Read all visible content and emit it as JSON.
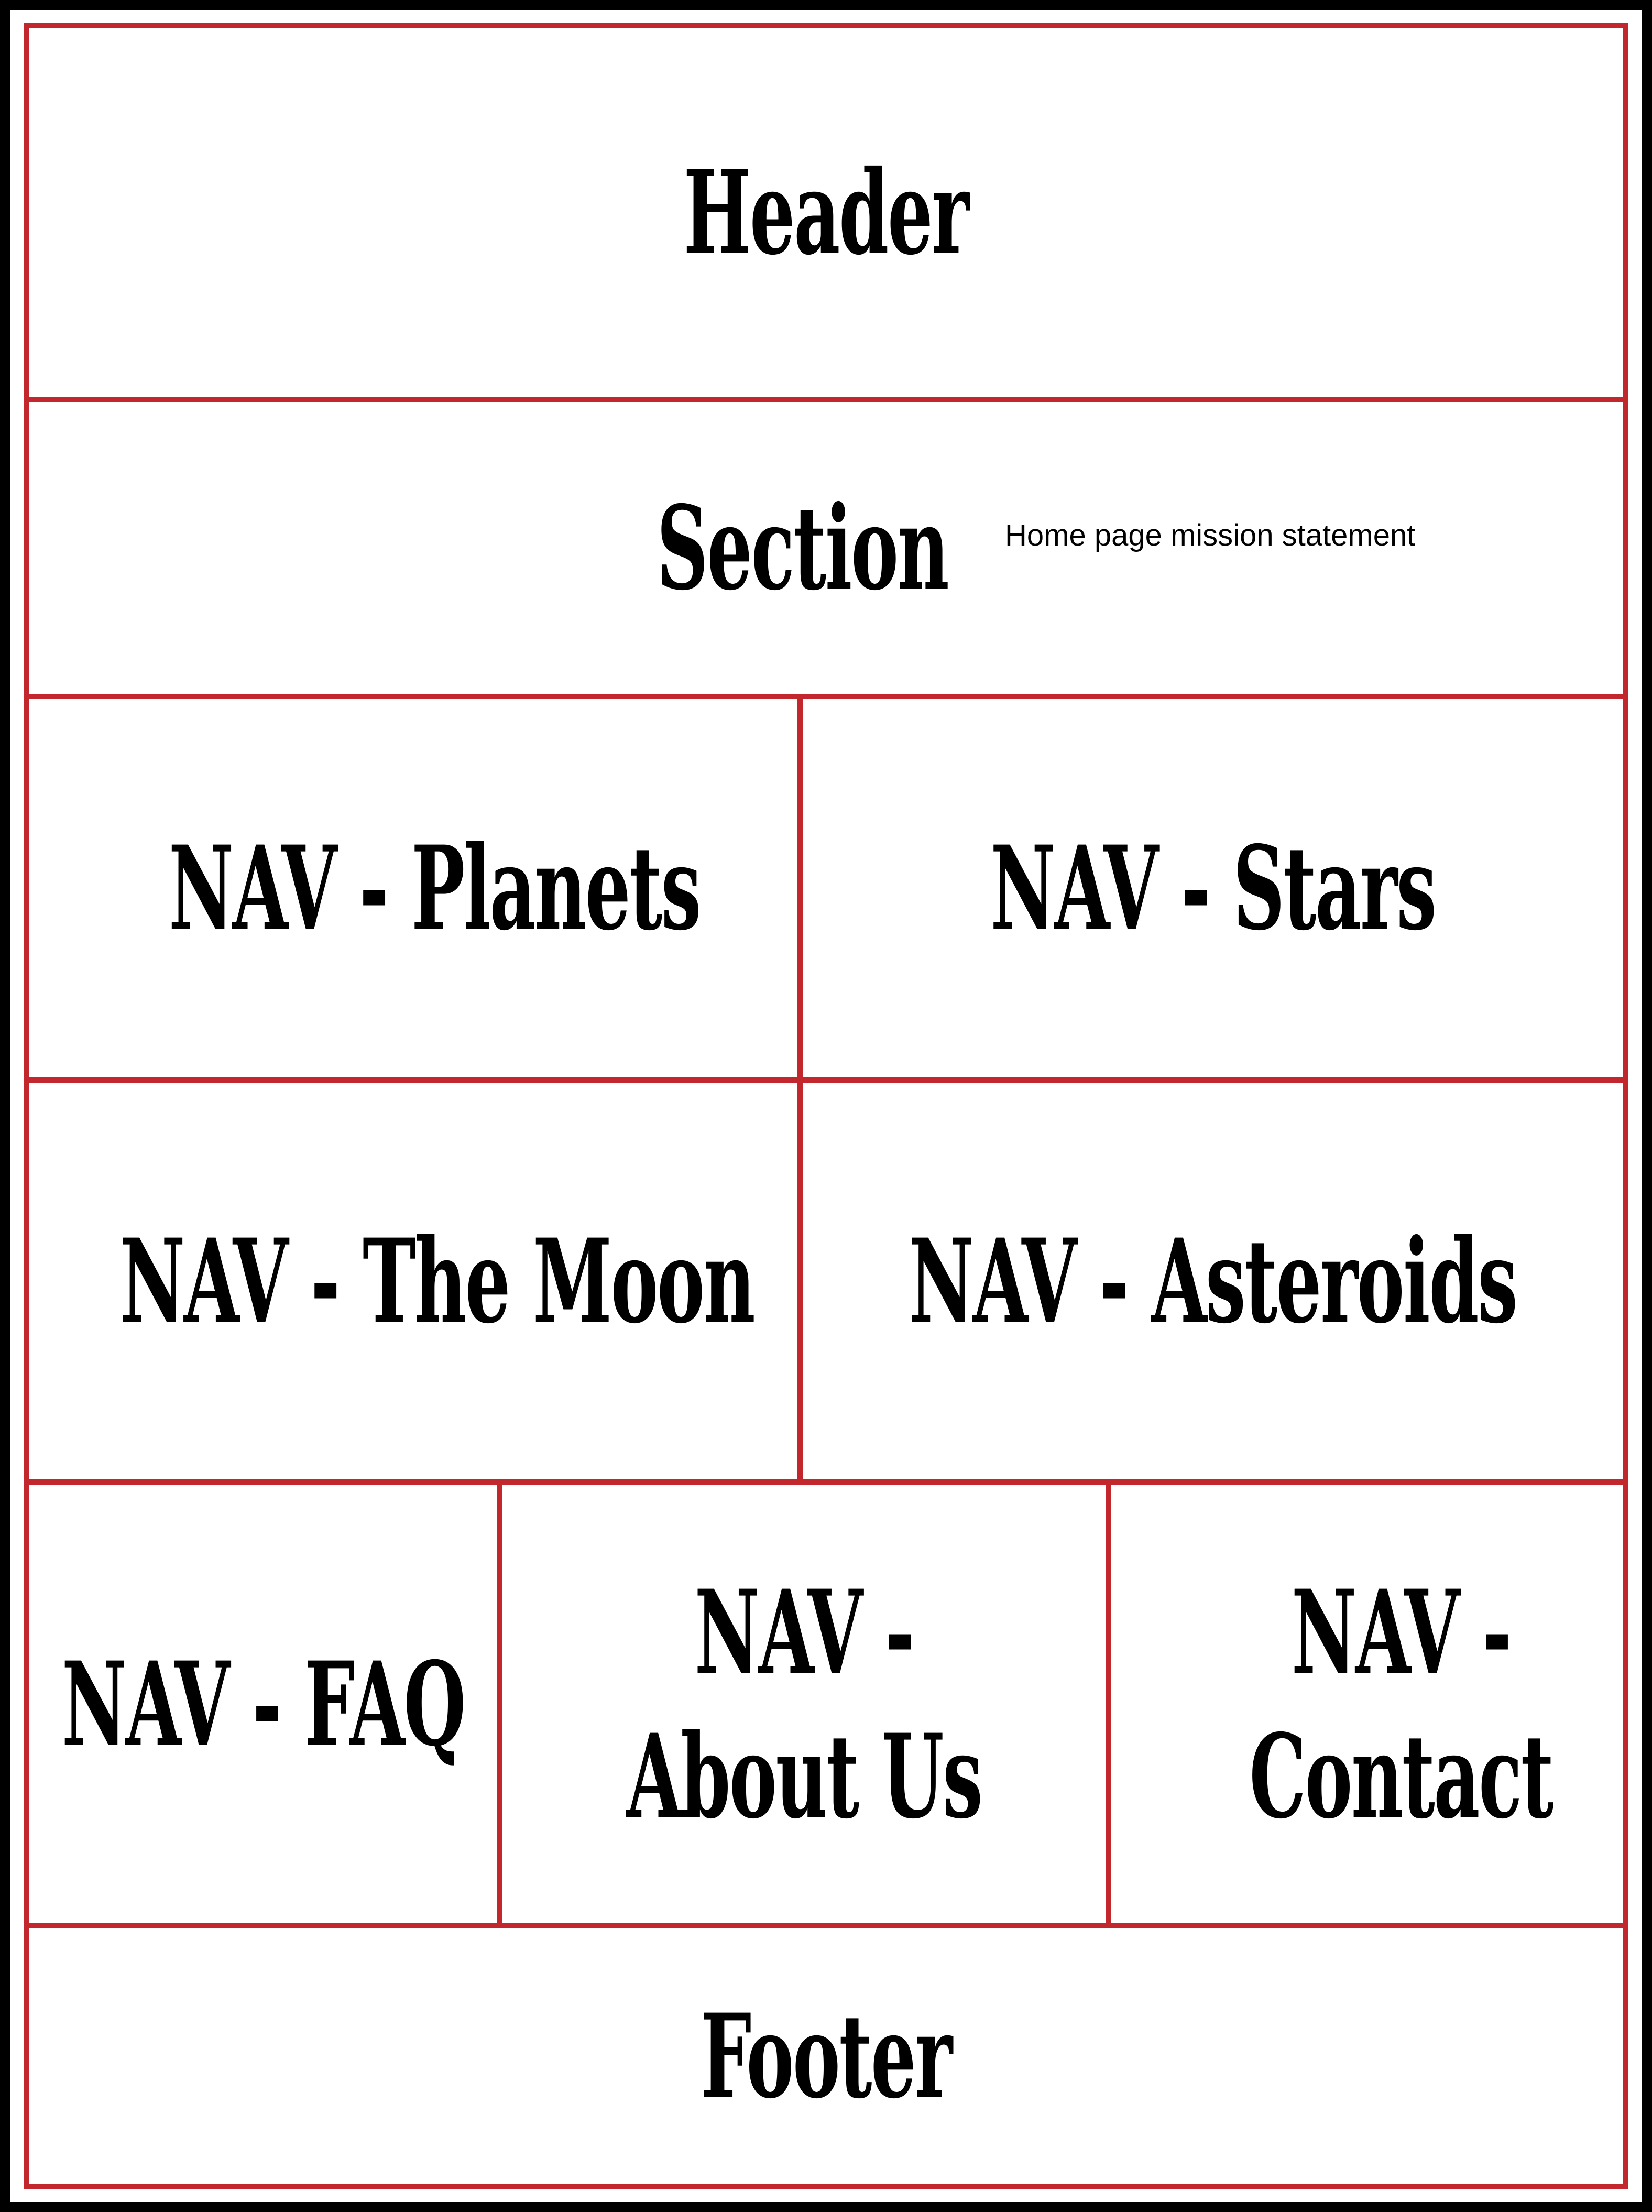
{
  "diagram": {
    "line_color": "#c1272d",
    "frame_color": "#000000",
    "header": {
      "label": "Header"
    },
    "section": {
      "label": "Section",
      "note": "Home page mission statement"
    },
    "nav_row1": [
      {
        "label": "NAV - Planets"
      },
      {
        "label": "NAV - Stars"
      }
    ],
    "nav_row2": [
      {
        "label": "NAV - The Moon"
      },
      {
        "label": "NAV - Asteroids"
      }
    ],
    "nav_row3": [
      {
        "label": "NAV - FAQ"
      },
      {
        "line1": "NAV -",
        "line2": "About Us"
      },
      {
        "line1": "NAV -",
        "line2": "Contact"
      }
    ],
    "footer": {
      "label": "Footer"
    }
  }
}
